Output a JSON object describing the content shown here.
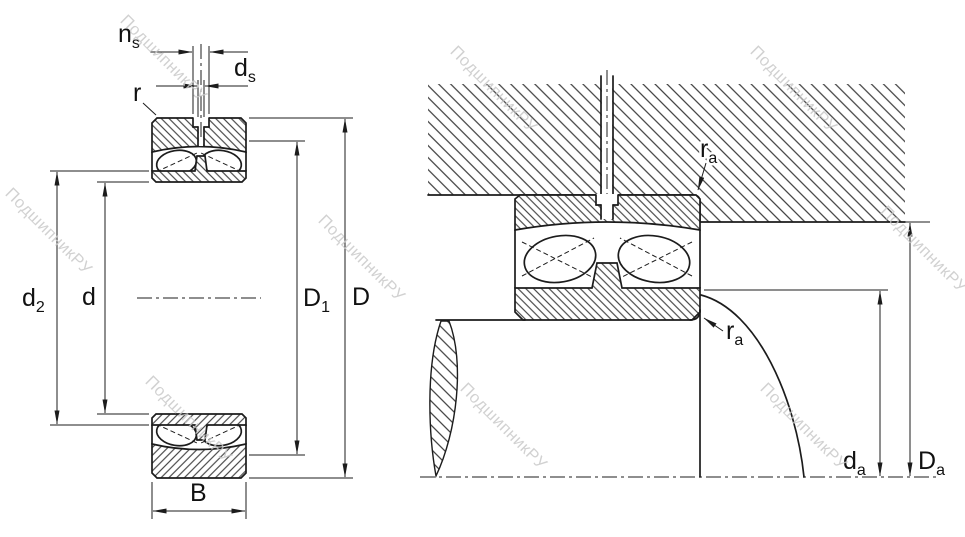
{
  "figure": {
    "watermark": {
      "text": "ПодшипникРУ",
      "color": "#c8c8c8"
    },
    "left_view": {
      "ns": {
        "base": "n",
        "sub": "s"
      },
      "ds": {
        "base": "d",
        "sub": "s"
      },
      "r": {
        "base": "r",
        "sub": ""
      },
      "d2": {
        "base": "d",
        "sub": "2"
      },
      "d": {
        "base": "d",
        "sub": ""
      },
      "D1": {
        "base": "D",
        "sub": "1"
      },
      "D": {
        "base": "D",
        "sub": ""
      },
      "B": {
        "base": "B",
        "sub": ""
      }
    },
    "right_view": {
      "ra_housing": {
        "base": "r",
        "sub": "a"
      },
      "ra_shaft": {
        "base": "r",
        "sub": "a"
      },
      "da": {
        "base": "d",
        "sub": "a"
      },
      "Da": {
        "base": "D",
        "sub": "a"
      }
    }
  }
}
